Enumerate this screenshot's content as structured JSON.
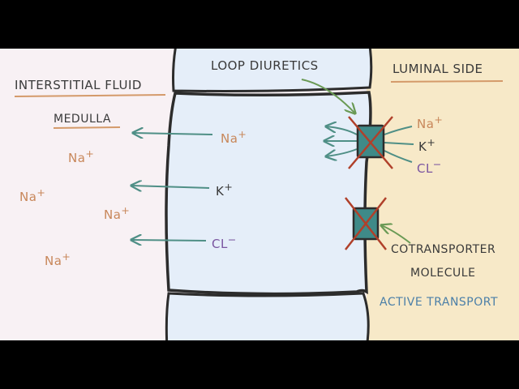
{
  "colors": {
    "interstitial_bg": "#f8f1f4",
    "luminal_bg": "#f7e9c8",
    "cell_fill": "#e5eef9",
    "outline": "#2c2c2c",
    "underline": "#d49a6a",
    "arrow": "#4f8f86",
    "transporter": "#3f8a88",
    "cross": "#b0402a",
    "sodium": "#c8875a",
    "chloride": "#7a55a0",
    "active": "#4b7fa8"
  },
  "labels": {
    "interstitial_fluid": "INTERSTITIAL FLUID",
    "medulla": "MEDULLA",
    "loop_diuretics": "LOOP DIURETICS",
    "luminal_side": "LUMINAL SIDE",
    "cotransporter_line1": "COTRANSPORTER",
    "cotransporter_line2": "MOLECULE",
    "active_transport": "ACTIVE TRANSPORT"
  },
  "ions": {
    "na": "Na",
    "k": "K",
    "cl": "CL",
    "plus": "+",
    "minus": "−"
  },
  "icons": [
    "arrow-left-icon",
    "cotransporter-blocked-icon",
    "pointer-arrow-icon"
  ]
}
